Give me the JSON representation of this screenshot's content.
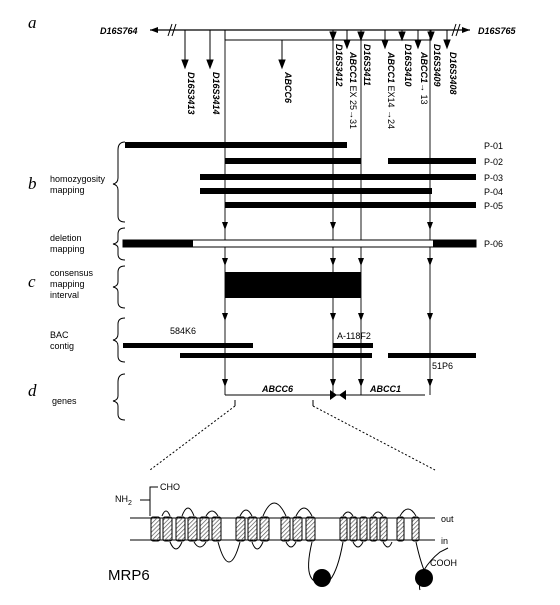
{
  "panels": {
    "a": "a",
    "b": "b",
    "c": "c",
    "d": "d"
  },
  "map": {
    "left_marker": "D16S764",
    "right_marker": "D16S765",
    "markers": [
      {
        "label": "D16S3413",
        "style": "italic"
      },
      {
        "label": "D16S3414",
        "style": "italic"
      },
      {
        "label": "ABCC6",
        "style": "italic"
      },
      {
        "label": "D16S3412",
        "style": "italic"
      },
      {
        "label": "ABCC1",
        "suffix": " EX 25→31",
        "style": "mixed"
      },
      {
        "label": "D16S3411",
        "style": "italic"
      },
      {
        "label": "ABCC1",
        "suffix": " EX14 →24",
        "style": "mixed"
      },
      {
        "label": "D16S3410",
        "style": "italic"
      },
      {
        "label": "ABCC1",
        "suffix": "→ 13",
        "style": "mixed"
      },
      {
        "label": "D16S3409",
        "style": "italic"
      },
      {
        "label": "D16S3408",
        "style": "italic"
      }
    ]
  },
  "rows": {
    "homozygosity": {
      "label_line1": "homozygosity",
      "label_line2": "mapping"
    },
    "deletion": {
      "label_line1": "deletion",
      "label_line2": "mapping"
    },
    "consensus": {
      "label_line1": "consensus",
      "label_line2": "mapping",
      "label_line3": "interval"
    },
    "bac": {
      "label_line1": "BAC",
      "label_line2": "contig"
    },
    "genes": {
      "label": "genes"
    }
  },
  "patients": [
    "P-01",
    "P-02",
    "P-03",
    "P-04",
    "P-05",
    "P-06"
  ],
  "bac_clones": {
    "clone1": "584K6",
    "clone2": "A-118F2",
    "clone3": "51P6"
  },
  "genes": {
    "gene1": "ABCC6",
    "gene2": "ABCC1"
  },
  "protein": {
    "name": "MRP6",
    "nh2": "NH",
    "nh2_sub": "2",
    "cho": "CHO",
    "cooh": "COOH",
    "out": "out",
    "in": "in"
  }
}
